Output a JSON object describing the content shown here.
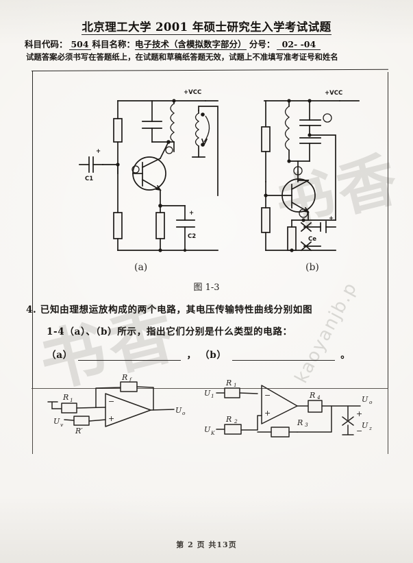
{
  "header": {
    "title": "北京理工大学 2001 年硕士研究生入学考试试题",
    "subject_code_label": "科目代码：",
    "subject_code_value": "504",
    "subject_name_label": "科目名称：",
    "subject_name_value": "电子技术（含模拟数字部分）",
    "score_label": "分号：",
    "score_value": "02- -04",
    "notice": "试题答案必须书写在答题纸上，在试题和草稿纸答题无效，试题上不准填写准考证号和姓名"
  },
  "figure_top": {
    "caption_a": "(a)",
    "caption_b": "(b)",
    "figure_number": "图 1-3",
    "circuit_a": {
      "supply_label": "+VCC",
      "cap_in_label": "C1",
      "cap_emitter_label": "C2",
      "plus_in": "+",
      "plus_emitter": "+"
    },
    "circuit_b": {
      "supply_label": "+VCC",
      "cap_emitter_label": "Ce",
      "plus_emitter": "+"
    }
  },
  "question": {
    "number": "4.",
    "line1": "已知由理想运放构成的两个电路，其电压传输特性曲线分别如图",
    "line2": "1-4（a）、（b）所示，指出它们分别是什么类型的电路：",
    "answer_a_label": "（a）",
    "answer_a_value": "",
    "answer_sep": "，",
    "answer_b_label": "（b）",
    "answer_b_value": "",
    "answer_end": "。"
  },
  "figure_bottom": {
    "circuit_left": {
      "r_input": "R₁",
      "r_feedback": "Rƒ",
      "r_ground": "R'",
      "v_input": "Uᵥ",
      "v_output": "U₀",
      "inverting": "−",
      "noninverting": "+"
    },
    "circuit_right": {
      "v_in1": "U₁",
      "v_in2": "U_K",
      "r1": "R₁",
      "r2": "R₂",
      "r3": "R₃",
      "r4": "R₄",
      "v_output": "U₀",
      "v_zener": "U_Z",
      "plus": "+",
      "minus": "−",
      "inverting": "−",
      "noninverting": "+"
    }
  },
  "watermarks": {
    "chinese": "书香",
    "english": "kaoyanjb.p"
  },
  "footer": {
    "page_text": "第 2 页 共13页"
  },
  "colors": {
    "paper": "#f4f2ee",
    "ink": "#1a1714",
    "rule": "#2a2724",
    "watermark": "#787670"
  }
}
